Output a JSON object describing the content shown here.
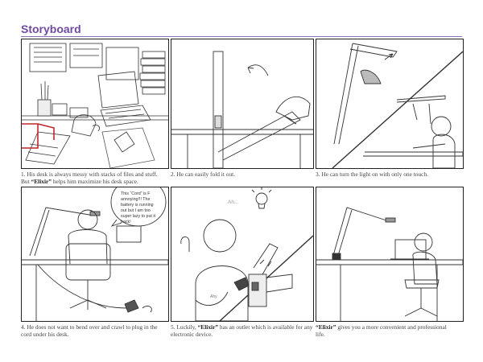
{
  "page": {
    "title": "Storyboard"
  },
  "panels": [
    {
      "id": 1,
      "caption_a": "1. His desk is always messy with stacks of files and stuff.",
      "caption_b_pre": "But ",
      "caption_b_brand": "“Elixir”",
      "caption_b_post": " helps him maximize his desk space."
    },
    {
      "id": 2,
      "caption": "2. He can easily fold it out."
    },
    {
      "id": 3,
      "caption": "3. He can turn the light on with only one touch."
    },
    {
      "id": 4,
      "caption_a": "4. He does not want to bend over and crawl to plug in the",
      "caption_b": "cord under his desk.",
      "bubble_lines": [
        "This “Cord” is F",
        "annoying!!! The",
        "battery is running",
        "out but I am too",
        "super lazy to put it",
        "back!"
      ]
    },
    {
      "id": 5,
      "caption_a_pre": "5. Luckily, ",
      "caption_a_brand": "“Elixir”",
      "caption_a_post": " has an outlet which is available for any",
      "caption_b": "electronic device.",
      "exclaim": "Ah...",
      "plug_label": "Ahy"
    },
    {
      "id": 6,
      "caption_brand": "“Elixir”",
      "caption_a": " gives you a more convenient and professional",
      "caption_b": "life."
    }
  ]
}
